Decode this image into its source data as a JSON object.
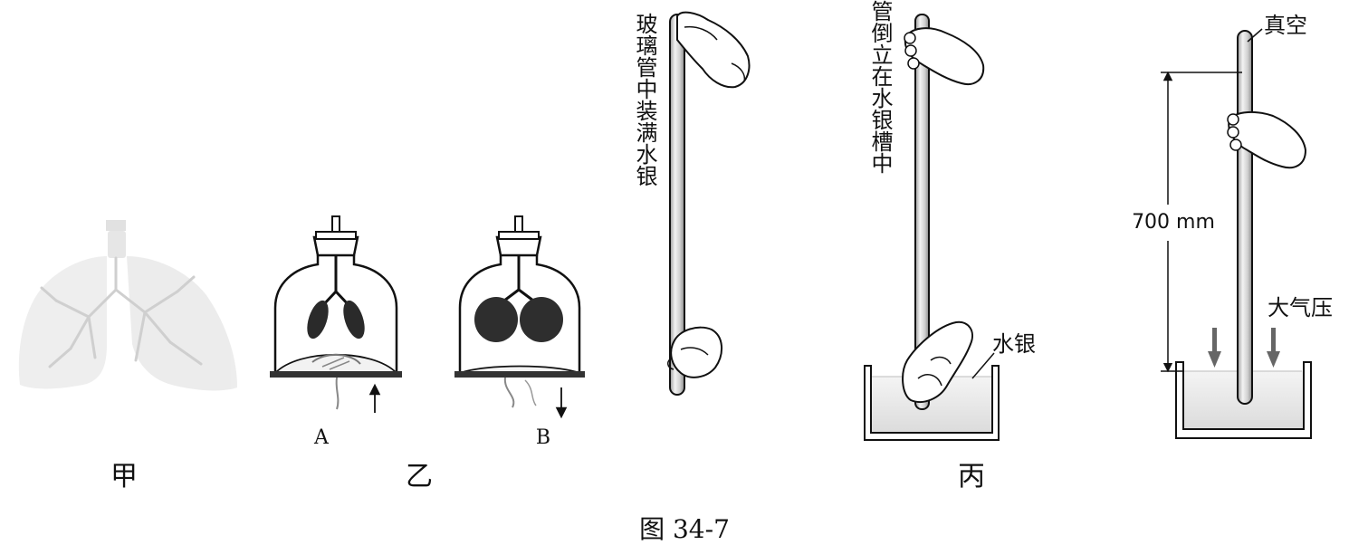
{
  "caption": "图 34-7",
  "panels": {
    "jia": {
      "label": "甲"
    },
    "yi": {
      "label": "乙",
      "jar_a": "A",
      "jar_b": "B"
    },
    "bing": {
      "label": "丙"
    }
  },
  "annotations": {
    "fill_tube": "玻璃管中装满水银",
    "invert_tube": "将玻璃管倒立在水银槽中",
    "mercury": "水银",
    "vacuum": "真空",
    "height": "700 mm",
    "atm_pressure": "大气压"
  }
}
